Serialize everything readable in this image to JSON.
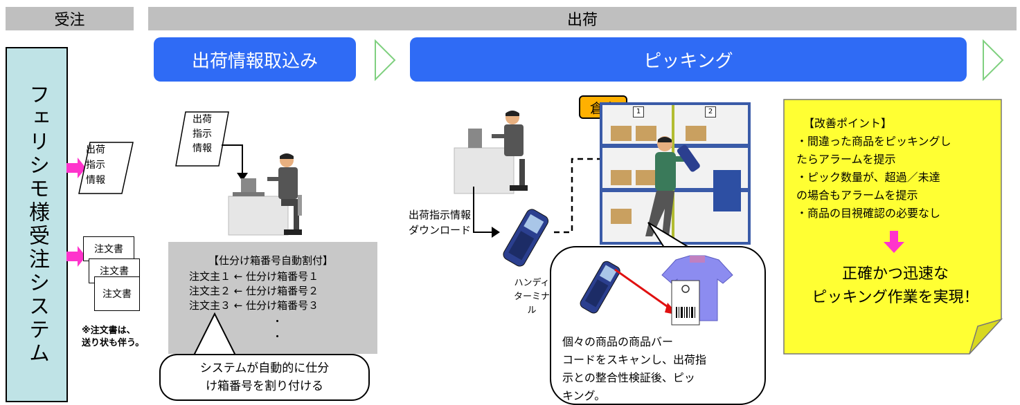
{
  "header": {
    "order_label": "受注",
    "shipping_label": "出荷"
  },
  "stages": {
    "import": "出荷情報取込み",
    "picking": "ピッキング"
  },
  "system": {
    "name": "フェリシモ様受注システム"
  },
  "inputs": {
    "ship_instruction_doc": [
      "出荷",
      "指示",
      "情報"
    ],
    "order_docs": [
      "注文書",
      "注文書",
      "注文書"
    ],
    "note": [
      "※注文書は、",
      "送り状も伴う。"
    ]
  },
  "import_section": {
    "doc_label": [
      "出荷",
      "指示",
      "情報"
    ],
    "assign_title": "【仕分け箱番号自動割付】",
    "assign_rows": [
      "注文主１ ← 仕分け箱番号１",
      "注文主２ ← 仕分け箱番号２",
      "注文主３ ← 仕分け箱番号３"
    ],
    "ellipsis": [
      "・",
      "・"
    ],
    "callout": [
      "システムが自動的に仕分",
      "け箱番号を割り付ける"
    ]
  },
  "picking_section": {
    "download_label": [
      "出荷指示情報",
      "ダウンロード"
    ],
    "handy_label": [
      "ハンディ",
      "ターミナル"
    ],
    "warehouse_label": "倉庫",
    "shelf_numbers": [
      "1",
      "2"
    ],
    "callout": [
      "個々の商品の商品バー",
      "コードをスキャンし、出荷指",
      "示との整合性検証後、ピッ",
      "キング。"
    ]
  },
  "improvement": {
    "title": "【改善ポイント】",
    "points": [
      "・間違った商品をピッキングし",
      "たらアラームを提示",
      "・ピック数量が、超過／未達",
      "の場合もアラームを提示",
      "・商品の目視確認の必要なし"
    ],
    "result": [
      "正確かつ迅速な",
      "ピッキング作業を実現！"
    ]
  },
  "colors": {
    "stage_blue": "#2f6bf5",
    "system_box": "#bfe3e6",
    "arrow_magenta": "#ff33cc",
    "improvement_yellow": "#ffff33",
    "down_arrow": "#ff33cc"
  }
}
